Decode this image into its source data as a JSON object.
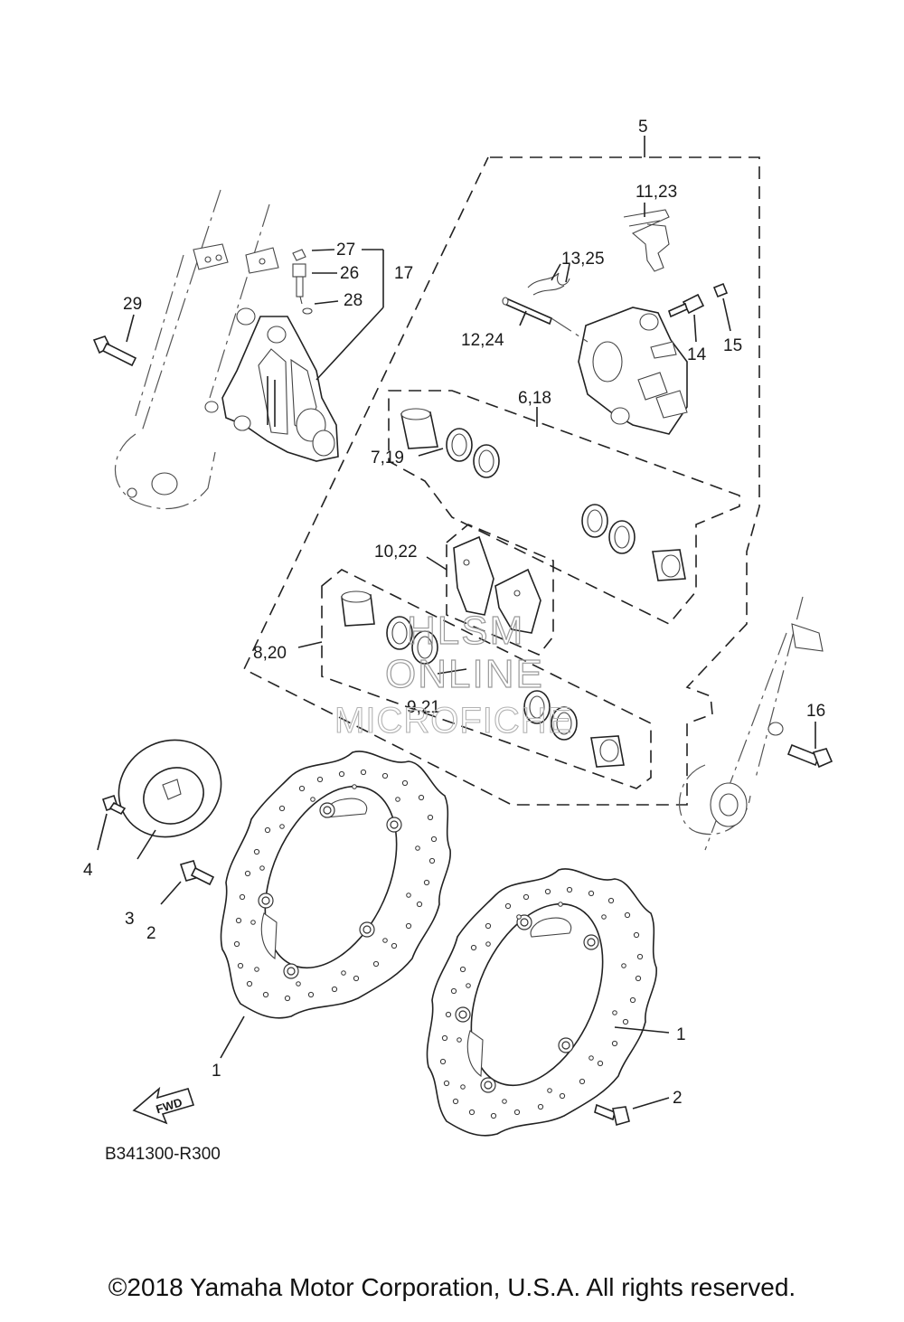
{
  "diagram_code": "B341300-R300",
  "copyright": "©2018 Yamaha Motor Corporation, U.S.A. All rights reserved.",
  "watermark": {
    "line1": "HLSM",
    "line2": "ONLINE",
    "line3": "MICROFICHE"
  },
  "fwd_label": "FWD",
  "callouts": {
    "c5": "5",
    "c11_23": "11,23",
    "c13_25": "13,25",
    "c27": "27",
    "c26": "26",
    "c17": "17",
    "c28": "28",
    "c29": "29",
    "c12_24": "12,24",
    "c14": "14",
    "c15": "15",
    "c6_18": "6,18",
    "c7_19": "7,19",
    "c10_22": "10,22",
    "c8_20": "8,20",
    "c9_21": "9,21",
    "c16": "16",
    "c4": "4",
    "c3": "3",
    "c2a": "2",
    "c1a": "1",
    "c1b": "1",
    "c2b": "2"
  }
}
